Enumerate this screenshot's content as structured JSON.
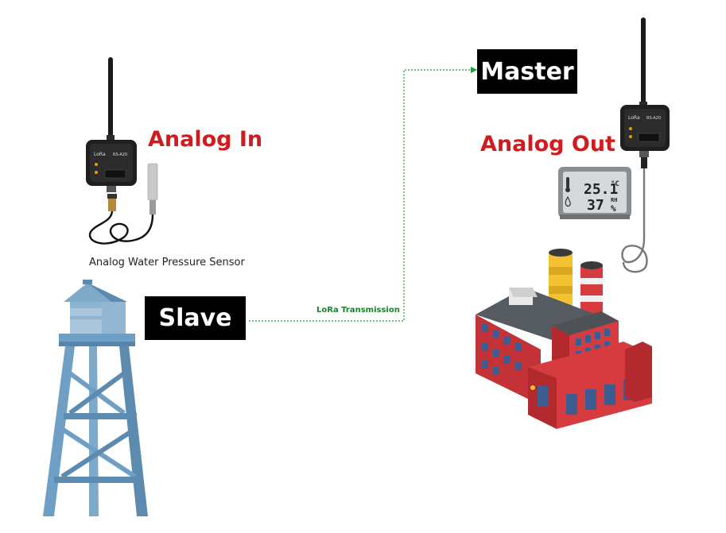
{
  "slave_side": {
    "title": "Analog In",
    "sensor_caption": "Analog Water Pressure Sensor",
    "role_label": "Slave"
  },
  "master_side": {
    "title": "Analog Out",
    "role_label": "Master",
    "display_temperature": "25.1",
    "display_temperature_unit": "°C",
    "display_humidity": "37",
    "display_humidity_unit_top": "RH",
    "display_humidity_unit_bottom": "%"
  },
  "link": {
    "label": "LoRa Transmission",
    "color": "#1e9a3a"
  },
  "device_branding": {
    "brand": "LoRa",
    "model": "RS-A20"
  },
  "colors": {
    "title_red": "#d01c1f",
    "tower_blue": "#6f9fc4",
    "factory_red": "#d63b3f",
    "chimney_yellow": "#f2c230"
  }
}
